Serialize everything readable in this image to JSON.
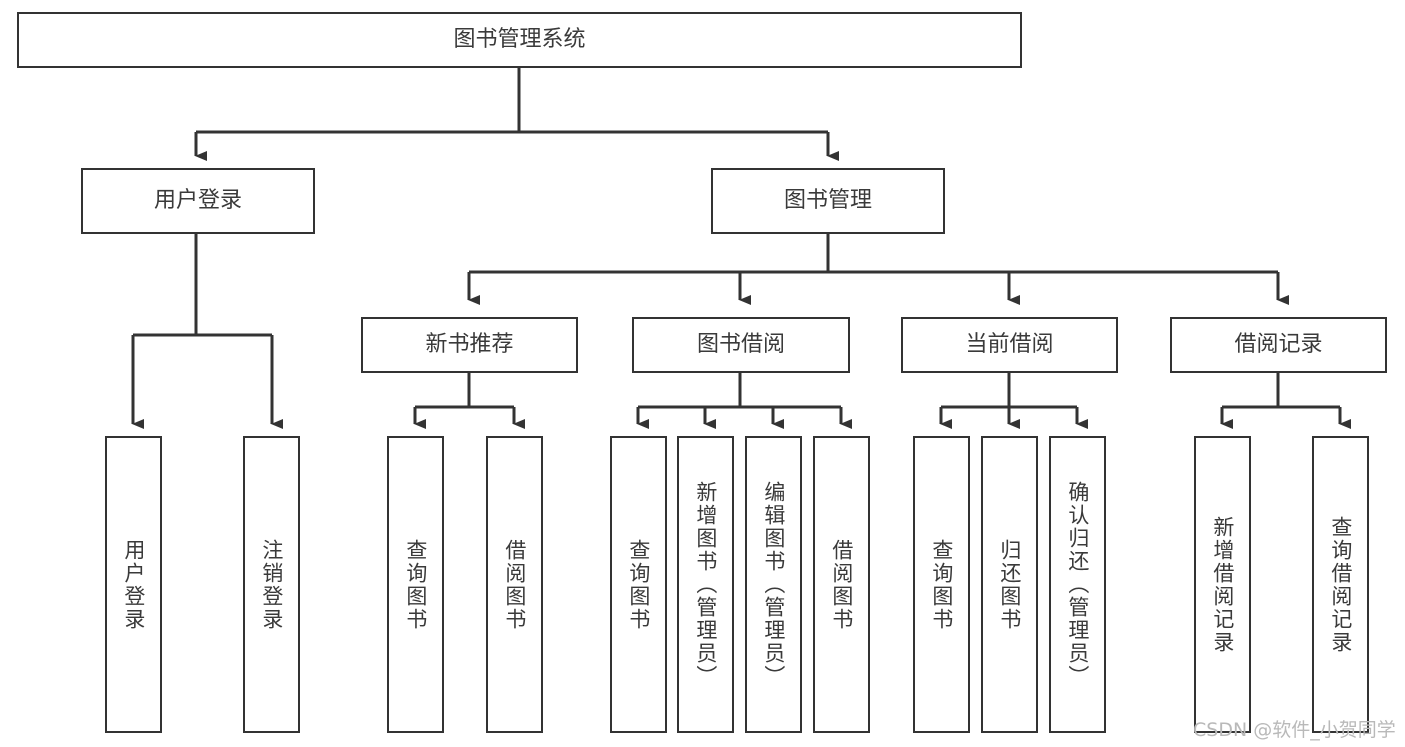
{
  "diagram": {
    "title": "图书管理系统",
    "type": "tree-hierarchy",
    "root": {
      "label": "图书管理系统"
    },
    "level2": [
      {
        "label": "用户登录"
      },
      {
        "label": "图书管理"
      }
    ],
    "level3": [
      {
        "label": "新书推荐"
      },
      {
        "label": "图书借阅"
      },
      {
        "label": "当前借阅"
      },
      {
        "label": "借阅记录"
      }
    ],
    "leaves": {
      "user_login": [
        {
          "label": "用户登录"
        },
        {
          "label": "注销登录"
        }
      ],
      "new_book_recommend": [
        {
          "label": "查询图书"
        },
        {
          "label": "借阅图书"
        }
      ],
      "book_borrow": [
        {
          "label": "查询图书"
        },
        {
          "label": "新增图书（管理员）"
        },
        {
          "label": "编辑图书（管理员）"
        },
        {
          "label": "借阅图书"
        }
      ],
      "current_borrow": [
        {
          "label": "查询图书"
        },
        {
          "label": "归还图书"
        },
        {
          "label": "确认归还（管理员）"
        }
      ],
      "borrow_record": [
        {
          "label": "新增借阅记录"
        },
        {
          "label": "查询借阅记录"
        }
      ]
    }
  },
  "watermark": {
    "text": "CSDN @软件_小贺同学"
  },
  "colors": {
    "stroke": "#333333",
    "text": "#3a3a3a",
    "background": "#ffffff",
    "watermark": "#b9b9b9"
  }
}
